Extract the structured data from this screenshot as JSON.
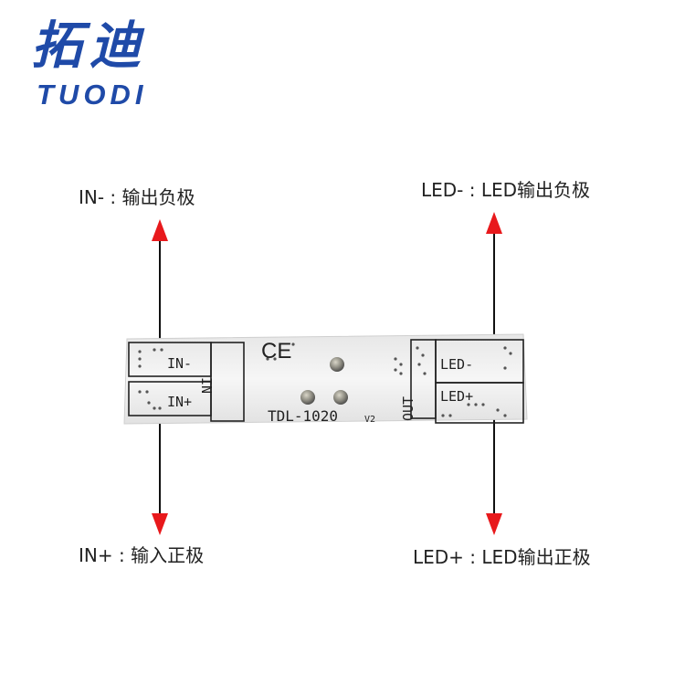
{
  "logo": {
    "chinese": "拓迪",
    "english": "TUODI",
    "color": "#1f4aa8"
  },
  "annotations": {
    "in_minus": "IN- : 输出负极",
    "led_minus": "LED- : LED输出负极",
    "in_plus": "IN+ : 输入正极",
    "led_plus": "LED+ : LED输出正极"
  },
  "board": {
    "in_minus_label": "IN-",
    "in_plus_label": "IN+",
    "in_label": "IN",
    "out_label": "OUT",
    "led_minus_label": "LED-",
    "led_plus_label": "LED+",
    "model": "TDL-1020",
    "version": "V2",
    "ce_mark": "CE"
  },
  "colors": {
    "arrow_head": "#e8191c",
    "arrow_line": "#111111",
    "board": "#f1f1f1"
  }
}
